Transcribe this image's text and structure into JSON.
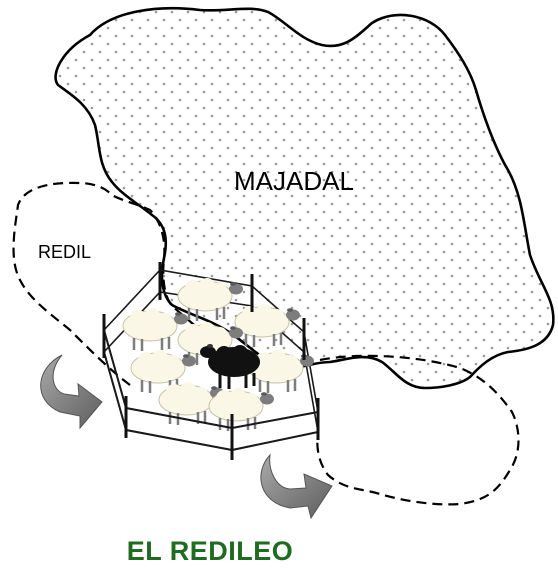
{
  "labels": {
    "majadal": "MAJADAL",
    "redil": "REDIL"
  },
  "caption": "EL REDILEO",
  "colors": {
    "caption": "#1f6b1f",
    "outline": "#000000",
    "stipple": "#9a9a9a",
    "sheep_body": "#fbf7e6",
    "black_sheep": "#111111",
    "arrow_fill": "#7a7a7a",
    "fence": "#1a1a1a"
  }
}
